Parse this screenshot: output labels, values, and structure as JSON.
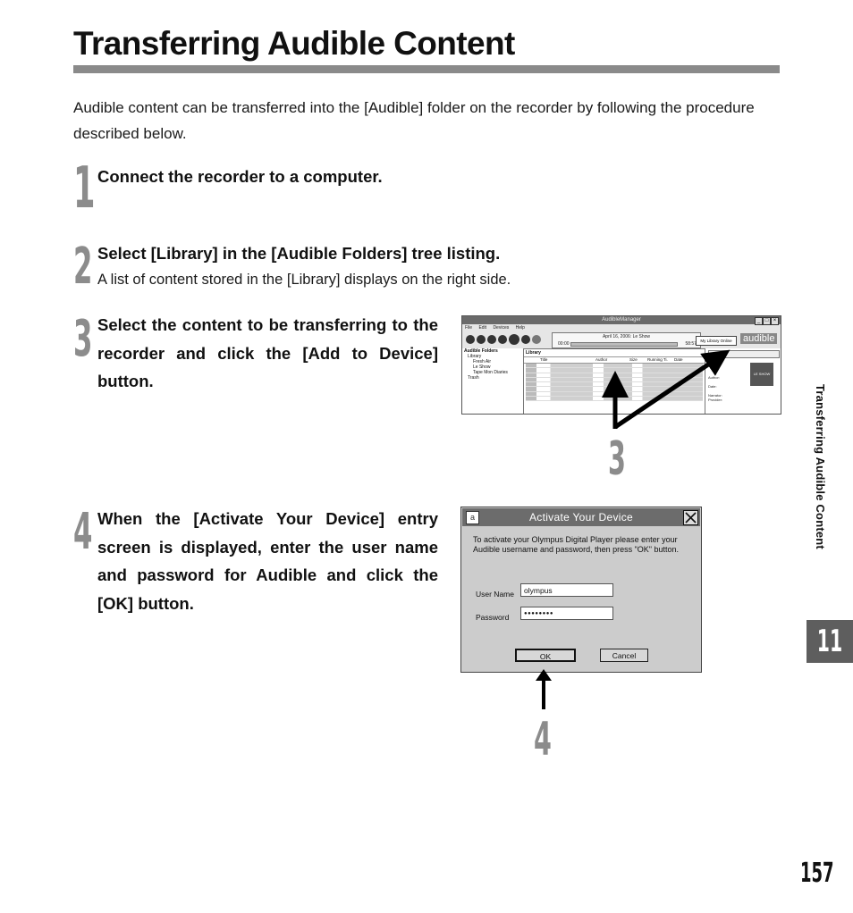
{
  "title": "Transferring Audible Content",
  "intro": "Audible content can be transferred into the [Audible] folder on the recorder by following the procedure described below.",
  "steps": [
    {
      "number": "1",
      "heading": "Connect the recorder to a computer.",
      "detail": ""
    },
    {
      "number": "2",
      "heading": "Select [Library] in the [Audible Folders] tree listing.",
      "detail": "A list of content stored in the [Library] displays on the right side."
    },
    {
      "number": "3",
      "heading": "Select the content to be transferring to the recorder and click the [Add to Device] button.",
      "detail": ""
    },
    {
      "number": "4",
      "heading": "When the [Activate Your Device] entry screen is displayed, enter the user name and password for Audible and click the [OK] button.",
      "detail": ""
    }
  ],
  "callouts": {
    "step3": "3",
    "step4": "4"
  },
  "audible_manager": {
    "window_title": "AudibleManager",
    "menu": "File Edit Devices Help",
    "now_playing": "April 16, 2006: Le Show",
    "time_start": "00:00",
    "time_end": "58:57",
    "my_library_button": "My Library Online",
    "brand": "audible",
    "folders_header": "Audible Folders",
    "folders": [
      "Library",
      "Fresh Air",
      "Le Show",
      "Tape Mon Diaries",
      "Trash"
    ],
    "library_header": "Library",
    "library_columns": [
      "Title",
      "Author",
      "Size",
      "Running Ti.",
      "Date"
    ],
    "cover_text": "LE SHOW",
    "side_labels": [
      "Author:",
      "Date:",
      "Narrator:",
      "Provider:"
    ]
  },
  "dialog": {
    "title": "Activate Your Device",
    "message": "To activate your Olympus Digital Player please enter your Audible username and password, then press \"OK\" button.",
    "username_label": "User Name",
    "username_value": "olympus",
    "password_label": "Password",
    "password_value": "●●●●●●●●",
    "ok_label": "OK",
    "cancel_label": "Cancel"
  },
  "side_tab": "Transferring Audible Content",
  "chapter": "11",
  "page_number": "157"
}
